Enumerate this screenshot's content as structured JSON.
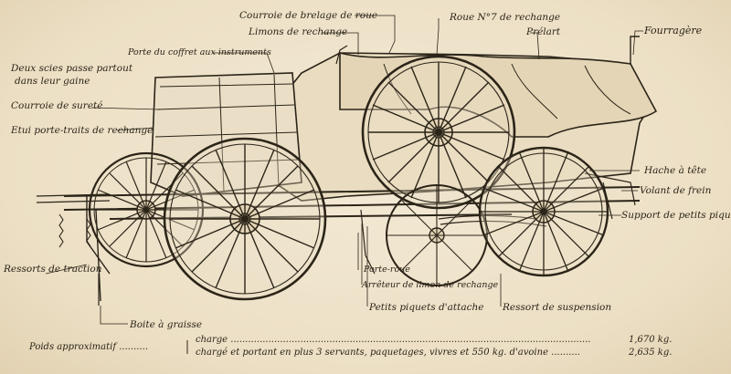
{
  "labels": {
    "courroie_bretelage": "Courroie de brelage de roue",
    "limons_rechange": "Limons de rechange",
    "roue_rechange": "Roue N°7 de rechange",
    "prelart": "Prélart",
    "fourragere": "Fourragère",
    "porte_coffret": "Porte du coffret aux instruments",
    "deux_scies_1": "Deux scies passe partout",
    "deux_scies_2": "dans leur gaine",
    "courroie_surete": "Courroie de sureté",
    "etui": "Etui porte-traits de rechange",
    "hache": "Hache à tête",
    "volant": "Volant de frein",
    "support": "Support de petits piquet.",
    "ressorts": "Ressorts de traction",
    "porte_roue": "Porte-roue",
    "arreteur": "Arrêteur de limon de rechange",
    "petits_piquets": "Petits piquets d'attache",
    "ressort_suspension": "Ressort de suspension",
    "boite": "Boite à graisse"
  },
  "footer": {
    "label": "Poids approximatif",
    "line1_text": "charge",
    "line1_value": "1,670 kg.",
    "line2_text": "chargé et portant en plus 3 servants, paquetages, vivres et 550 kg. d'avoine",
    "line2_value": "2,635 kg."
  },
  "colors": {
    "ink": "#2b2418",
    "paper": "#efe4cc"
  }
}
